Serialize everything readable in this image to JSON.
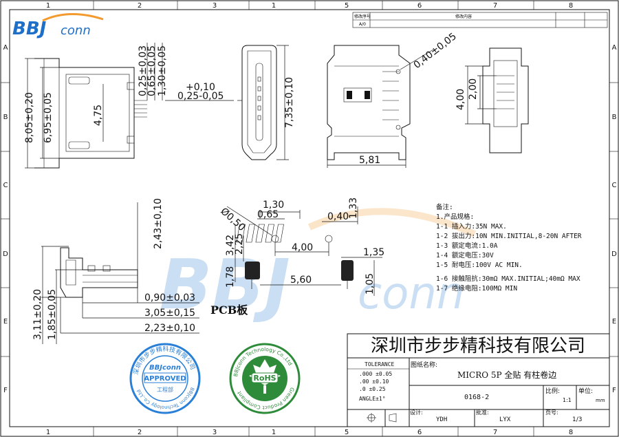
{
  "border": {
    "col_marks": [
      "1",
      "2",
      "3",
      "1",
      "5",
      "6",
      "7",
      "8"
    ],
    "row_marks": [
      "A",
      "B",
      "C",
      "D",
      "E",
      "F"
    ]
  },
  "logo": {
    "text_bb": "BBJ",
    "text_conn": "conn"
  },
  "revision_table": {
    "row1": [
      "修改序号",
      "修改内容",
      ""
    ],
    "row2": [
      "A/0",
      "",
      ""
    ]
  },
  "dimensions": {
    "d_025": "0,25±0,03",
    "d_065": "0,65±0,05",
    "d_130": "1,30±0,05",
    "d_tol_plus": "+0,10",
    "d_025_minus": "0,25-0,05",
    "d_805": "8,05±0,20",
    "d_695": "6,95±0,05",
    "d_475": "4,75",
    "d_735": "7,35±0,10",
    "d_040": "0,40±0,05",
    "d_400": "4,00",
    "d_200": "2,00",
    "d_581": "5,81",
    "d_243": "2,43±0,10",
    "d_090": "0,90±0,03",
    "d_305": "3,05±0,15",
    "d_223": "2,23±0,10",
    "d_311": "3,11±0,20",
    "d_185": "1,85±0,05",
    "p_050": "Ø0,50",
    "p_130": "1,30",
    "p_065": "0,65",
    "p_040": "0,40",
    "p_133": "1,33",
    "p_342": "3,42",
    "p_225": "2,25",
    "p_400": "4,00",
    "p_135": "1,35",
    "p_178": "1,78",
    "p_560": "5,60",
    "p_105": "1,05"
  },
  "pcb_label": "PCB板",
  "notes": {
    "title": "备注:",
    "subtitle": "1.产品规格:",
    "lines": [
      "1-1 插入力:35N MAX.",
      "1-2 拔出力:10N MIN.INITIAL,8-20N AFTER",
      "1-3 额定电流:1.0A",
      "1-4 额定电压:30V",
      "1-5 耐电压:100V AC MIN.",
      "1-6 接触阻抗:30mΩ MAX.INITIAL;40mΩ MAX",
      "1-7 绝缘电阻:100MΩ MIN"
    ]
  },
  "watermark": {
    "bb": "BBJ",
    "conn": "conn"
  },
  "stamps": {
    "approved_ring": "深圳市步步精科技有限公司",
    "approved_ring_en": "BBJconn Technology Co.,Ltd",
    "approved_logo": "BBJconn",
    "approved_text": "APPROVED",
    "approved_sub": "工程部",
    "rohs_ring_top": "BBJconn Technology Co.,Ltd",
    "rohs_ring_bottom": "Green Product Compliant",
    "rohs_text": "RoHS"
  },
  "title_block": {
    "company": "深圳市步步精科技有限公司",
    "tolerance_title": "TOLERANCE",
    "tol_lines": [
      ".000 ±0.05",
      ".00  ±0.10",
      ".0   ±0.25"
    ],
    "tol_angle": "ANGLE±1°",
    "drawing_name_label": "图纸名称:",
    "drawing_name": "MICRO 5P 全贴 有柱卷边",
    "part_no": "0168-2",
    "scale_label": "比例:",
    "scale_value": "1:1",
    "unit_label": "单位:",
    "unit_value": "mm",
    "design_label": "设计:",
    "design_value": "YDH",
    "check_label": "批准:",
    "check_value": "LYX",
    "sheet_label": "页号:",
    "sheet_value": "1/3"
  }
}
